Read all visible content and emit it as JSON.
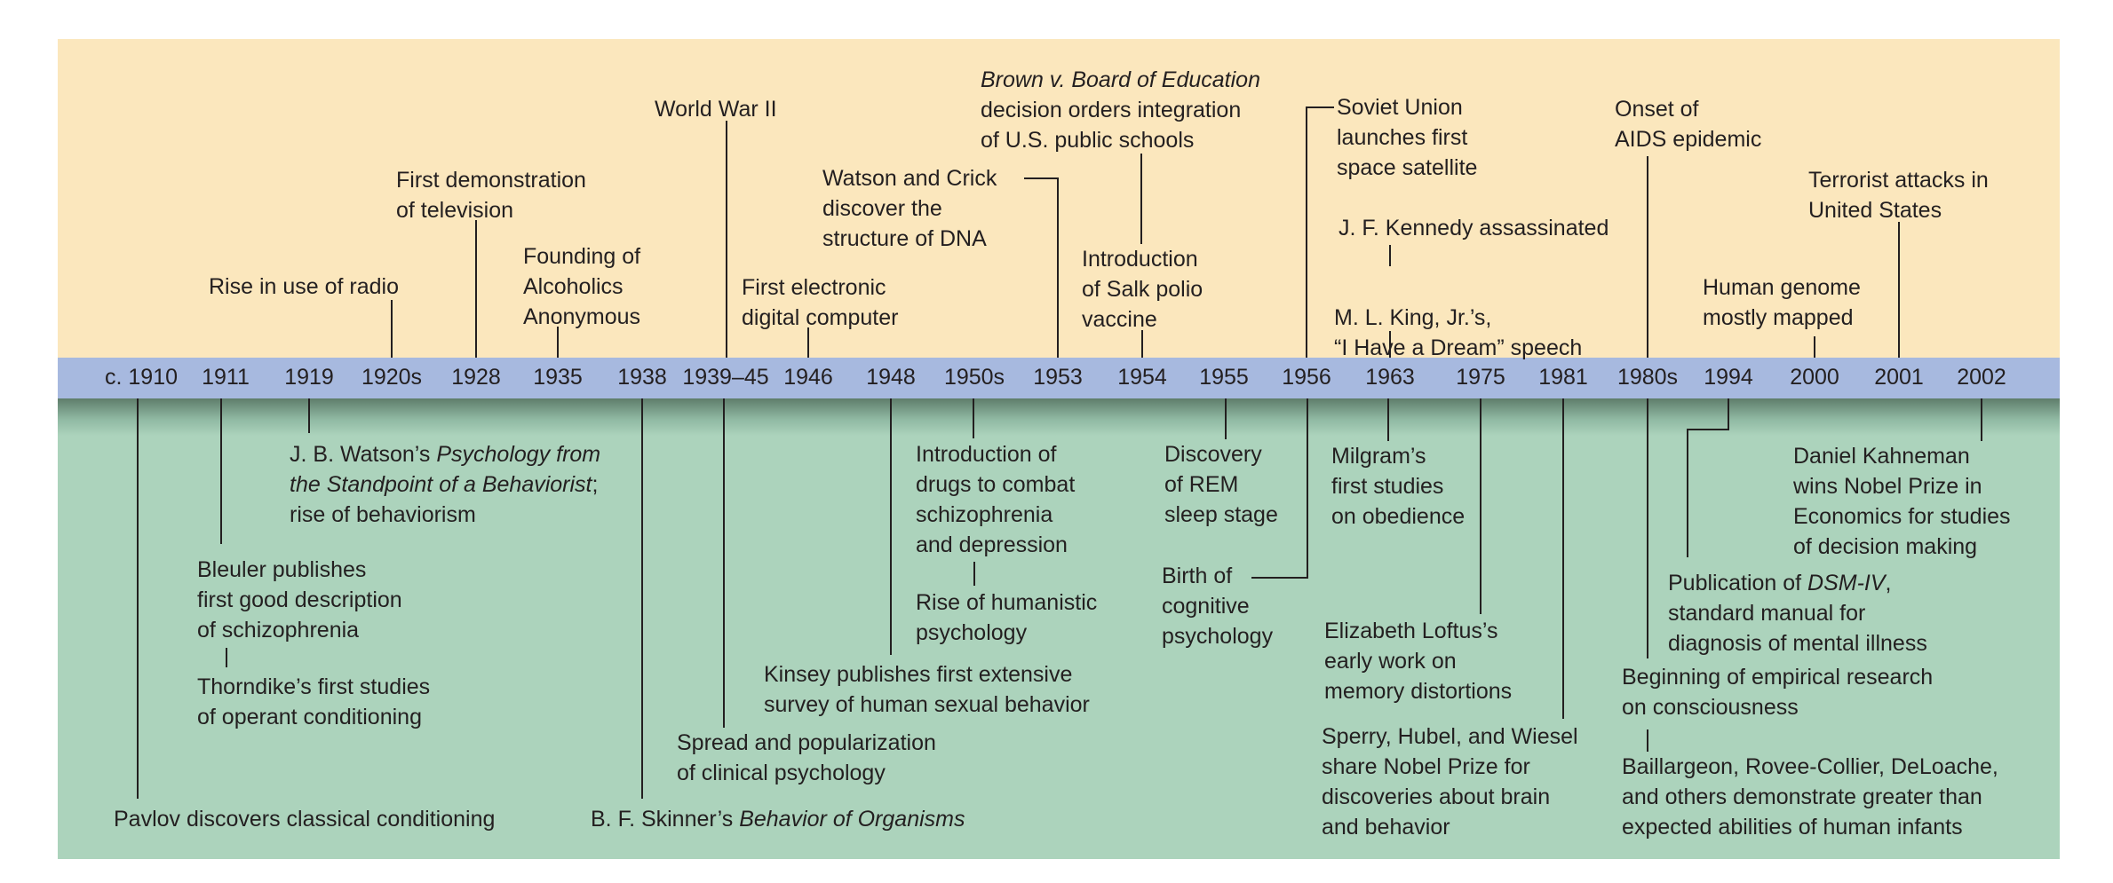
{
  "years": [
    {
      "id": "y-c1910",
      "text": "c. 1910"
    },
    {
      "id": "y-1911",
      "text": "1911"
    },
    {
      "id": "y-1919",
      "text": "1919"
    },
    {
      "id": "y-1920s",
      "text": "1920s"
    },
    {
      "id": "y-1928",
      "text": "1928"
    },
    {
      "id": "y-1935",
      "text": "1935"
    },
    {
      "id": "y-1938",
      "text": "1938"
    },
    {
      "id": "y-1939-45",
      "text": "1939–45"
    },
    {
      "id": "y-1946",
      "text": "1946"
    },
    {
      "id": "y-1948",
      "text": "1948"
    },
    {
      "id": "y-1950s",
      "text": "1950s"
    },
    {
      "id": "y-1953",
      "text": "1953"
    },
    {
      "id": "y-1954",
      "text": "1954"
    },
    {
      "id": "y-1955",
      "text": "1955"
    },
    {
      "id": "y-1956",
      "text": "1956"
    },
    {
      "id": "y-1963",
      "text": "1963"
    },
    {
      "id": "y-1975",
      "text": "1975"
    },
    {
      "id": "y-1981",
      "text": "1981"
    },
    {
      "id": "y-1980s",
      "text": "1980s"
    },
    {
      "id": "y-1994",
      "text": "1994"
    },
    {
      "id": "y-2000",
      "text": "2000"
    },
    {
      "id": "y-2001",
      "text": "2001"
    },
    {
      "id": "y-2002",
      "text": "2002"
    }
  ],
  "world_events": [
    {
      "id": "ev-radio",
      "lines": [
        [
          "Rise in use of radio"
        ]
      ]
    },
    {
      "id": "ev-television",
      "lines": [
        [
          "First demonstration"
        ],
        [
          "of television"
        ]
      ]
    },
    {
      "id": "ev-aa",
      "lines": [
        [
          "Founding of"
        ],
        [
          "Alcoholics"
        ],
        [
          "Anonymous"
        ]
      ]
    },
    {
      "id": "ev-ww2",
      "lines": [
        [
          "World War II"
        ]
      ]
    },
    {
      "id": "ev-computer",
      "lines": [
        [
          "First electronic"
        ],
        [
          "digital computer"
        ]
      ]
    },
    {
      "id": "ev-dna",
      "lines": [
        [
          "Watson and Crick"
        ],
        [
          "discover the"
        ],
        [
          "structure of DNA"
        ]
      ]
    },
    {
      "id": "ev-brown",
      "lines": [
        [
          "|Brown v. Board of Education"
        ],
        [
          "decision orders integration"
        ],
        [
          "of U.S. public schools"
        ]
      ]
    },
    {
      "id": "ev-salk",
      "lines": [
        [
          "Introduction"
        ],
        [
          "of Salk polio"
        ],
        [
          "vaccine"
        ]
      ]
    },
    {
      "id": "ev-sputnik",
      "lines": [
        [
          "Soviet Union"
        ],
        [
          "launches first"
        ],
        [
          "space satellite"
        ]
      ]
    },
    {
      "id": "ev-jfk",
      "lines": [
        [
          "J. F. Kennedy assassinated"
        ]
      ]
    },
    {
      "id": "ev-mlk",
      "lines": [
        [
          "M. L. King, Jr.’s,"
        ],
        [
          "“I Have a Dream” speech"
        ]
      ]
    },
    {
      "id": "ev-aids",
      "lines": [
        [
          "Onset of"
        ],
        [
          "AIDS epidemic"
        ]
      ]
    },
    {
      "id": "ev-genome",
      "lines": [
        [
          "Human genome"
        ],
        [
          "mostly mapped"
        ]
      ]
    },
    {
      "id": "ev-terror",
      "lines": [
        [
          "Terrorist attacks in"
        ],
        [
          "United States"
        ]
      ]
    }
  ],
  "psych_events": [
    {
      "id": "ps-watson",
      "lines": [
        [
          "J. B. Watson’s ",
          "|Psychology from"
        ],
        [
          "|the Standpoint of a Behaviorist",
          ";"
        ],
        [
          "rise of behaviorism"
        ]
      ]
    },
    {
      "id": "ps-bleuler",
      "lines": [
        [
          "Bleuler publishes"
        ],
        [
          "first good description"
        ],
        [
          "of schizophrenia"
        ]
      ]
    },
    {
      "id": "ps-thorndike",
      "lines": [
        [
          "Thorndike’s first studies"
        ],
        [
          "of operant conditioning"
        ]
      ]
    },
    {
      "id": "ps-pavlov",
      "lines": [
        [
          "Pavlov discovers classical conditioning"
        ]
      ]
    },
    {
      "id": "ps-skinner",
      "lines": [
        [
          "B. F. Skinner’s ",
          "|Behavior of Organisms"
        ]
      ]
    },
    {
      "id": "ps-clinical",
      "lines": [
        [
          "Spread and popularization"
        ],
        [
          "of clinical psychology"
        ]
      ]
    },
    {
      "id": "ps-kinsey",
      "lines": [
        [
          "Kinsey publishes first extensive"
        ],
        [
          "survey of human sexual behavior"
        ]
      ]
    },
    {
      "id": "ps-drugs",
      "lines": [
        [
          "Introduction of"
        ],
        [
          "drugs to combat"
        ],
        [
          "schizophrenia"
        ],
        [
          "and depression"
        ]
      ]
    },
    {
      "id": "ps-humanistic",
      "lines": [
        [
          "Rise of humanistic"
        ],
        [
          "psychology"
        ]
      ]
    },
    {
      "id": "ps-rem",
      "lines": [
        [
          "Discovery"
        ],
        [
          "of REM"
        ],
        [
          "sleep stage"
        ]
      ]
    },
    {
      "id": "ps-cognitive",
      "lines": [
        [
          "Birth of"
        ],
        [
          "cognitive"
        ],
        [
          "psychology"
        ]
      ]
    },
    {
      "id": "ps-milgram",
      "lines": [
        [
          "Milgram’s"
        ],
        [
          "first studies"
        ],
        [
          "on obedience"
        ]
      ]
    },
    {
      "id": "ps-loftus",
      "lines": [
        [
          "Elizabeth Loftus’s"
        ],
        [
          "early work on"
        ],
        [
          "memory distortions"
        ]
      ]
    },
    {
      "id": "ps-sperry",
      "lines": [
        [
          "Sperry, Hubel, and Wiesel"
        ],
        [
          "share Nobel Prize for"
        ],
        [
          "discoveries about brain"
        ],
        [
          "and behavior"
        ]
      ]
    },
    {
      "id": "ps-dsm",
      "lines": [
        [
          "Publication of ",
          "|DSM-IV",
          ","
        ],
        [
          "standard manual for"
        ],
        [
          "diagnosis of mental illness"
        ]
      ]
    },
    {
      "id": "ps-consciousness",
      "lines": [
        [
          "Beginning of empirical research"
        ],
        [
          "on consciousness"
        ]
      ]
    },
    {
      "id": "ps-infants",
      "lines": [
        [
          "Baillargeon, Rovee-Collier, DeLoache,"
        ],
        [
          "and others demonstrate greater than"
        ],
        [
          "expected abilities of human infants"
        ]
      ]
    },
    {
      "id": "ps-kahneman",
      "lines": [
        [
          "Daniel Kahneman"
        ],
        [
          "wins Nobel Prize in"
        ],
        [
          "Economics for studies"
        ],
        [
          "of decision making"
        ]
      ]
    }
  ]
}
